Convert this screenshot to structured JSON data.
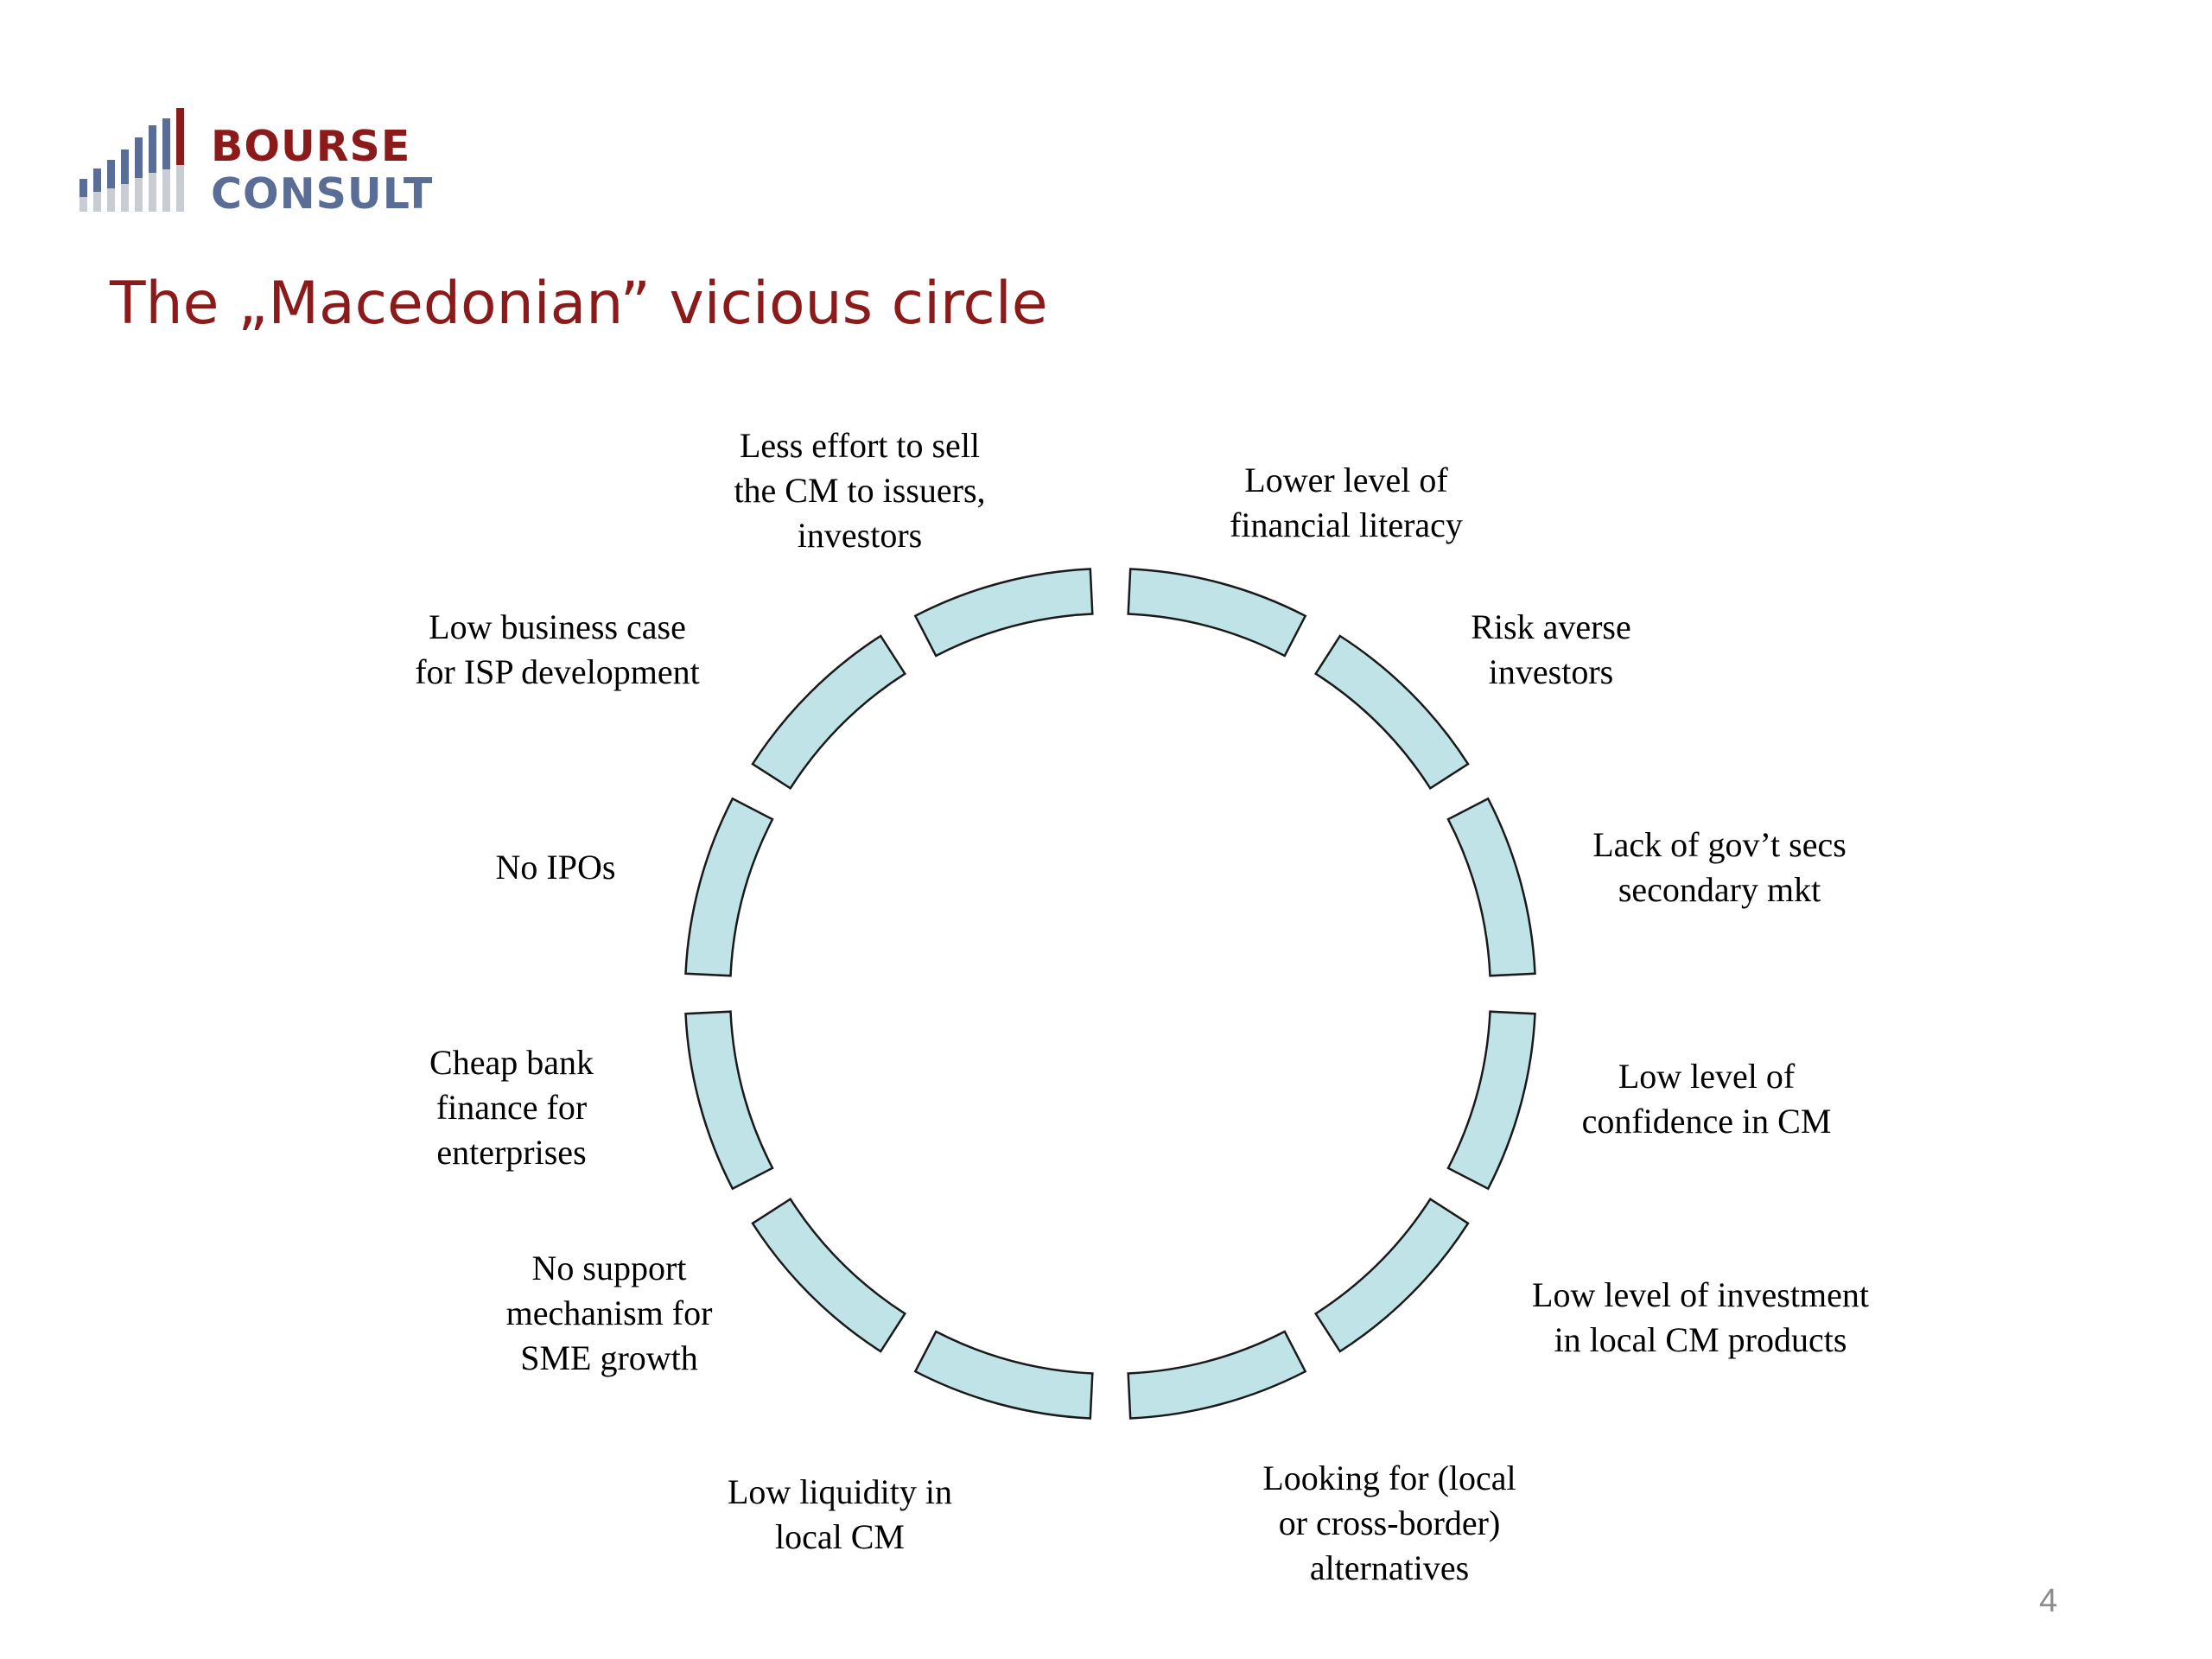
{
  "logo": {
    "line1": "BOURSE",
    "line2": "CONSULT",
    "red": "#8b1a1a",
    "blue": "#5a6d96"
  },
  "title": "The „Macedonian” vicious circle",
  "cycle": {
    "segment_fill": "#bfe3e6",
    "segment_stroke": "#1a1a1a",
    "items": [
      "Lower level of\nfinancial literacy",
      "Risk averse\ninvestors",
      "Lack of gov’t secs\nsecondary mkt",
      "Low level of\nconfidence in CM",
      "Low level of investment\nin local CM products",
      "Looking for (local\nor cross-border)\nalternatives",
      "Low liquidity in\nlocal CM",
      "No support\nmechanism for\nSME growth",
      "Cheap bank\nfinance for\nenterprises",
      "No IPOs",
      "Low business case\nfor ISP development",
      "Less effort to sell\nthe CM to issuers,\ninvestors"
    ]
  },
  "page_number": "4"
}
